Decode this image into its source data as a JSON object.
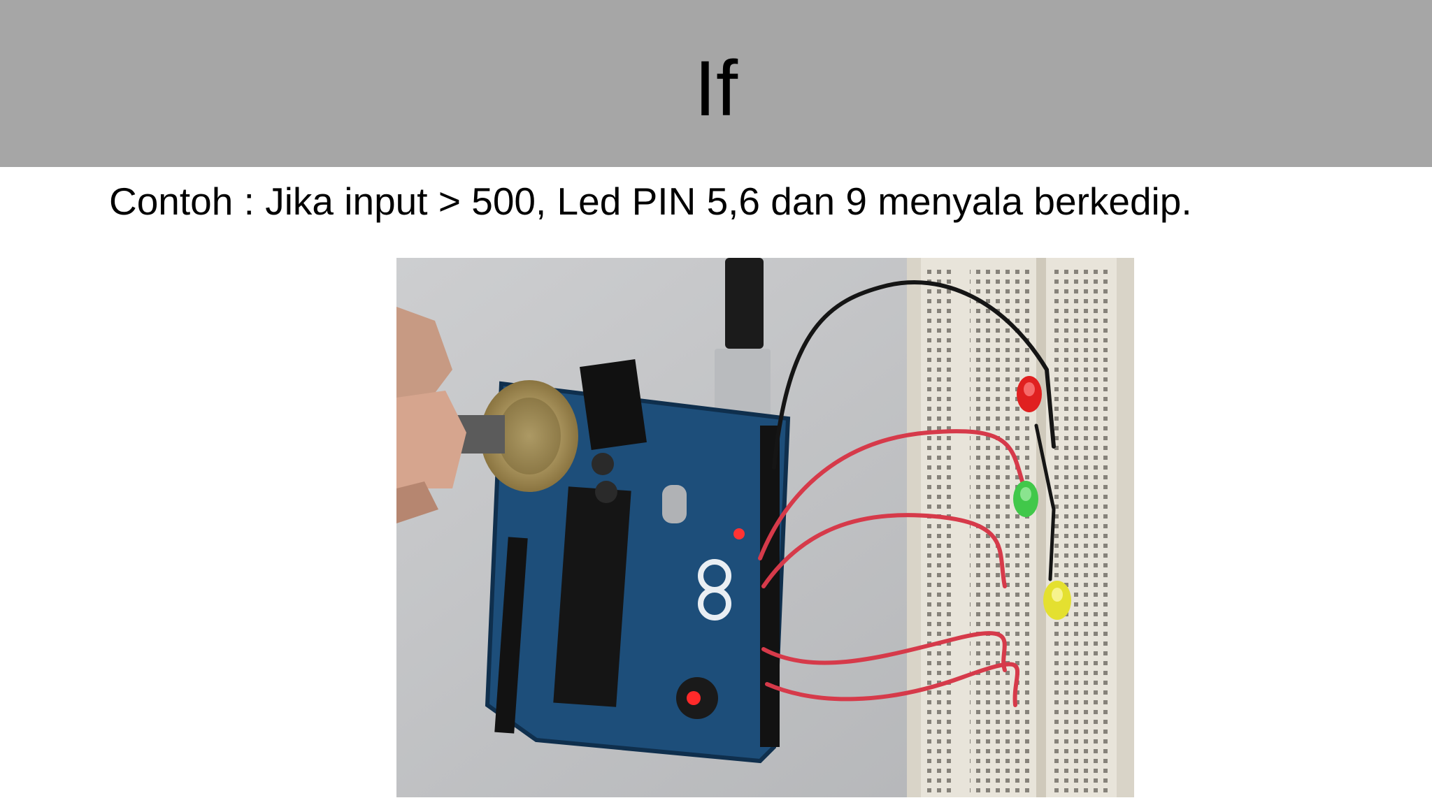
{
  "slide": {
    "title": "If",
    "body": "Contoh : Jika input > 500, Led PIN 5,6 dan 9 menyala berkedip."
  },
  "photo": {
    "subject": "arduino-potentiometer-led-circuit",
    "colors": {
      "background": "#c6c7c9",
      "board": "#1d4e7a",
      "breadboard": "#e8e4da",
      "wire_red": "#d63a4a",
      "wire_black": "#151515",
      "led_red": "#e02020",
      "led_green": "#41c84a",
      "led_yellow": "#e4e030"
    }
  }
}
